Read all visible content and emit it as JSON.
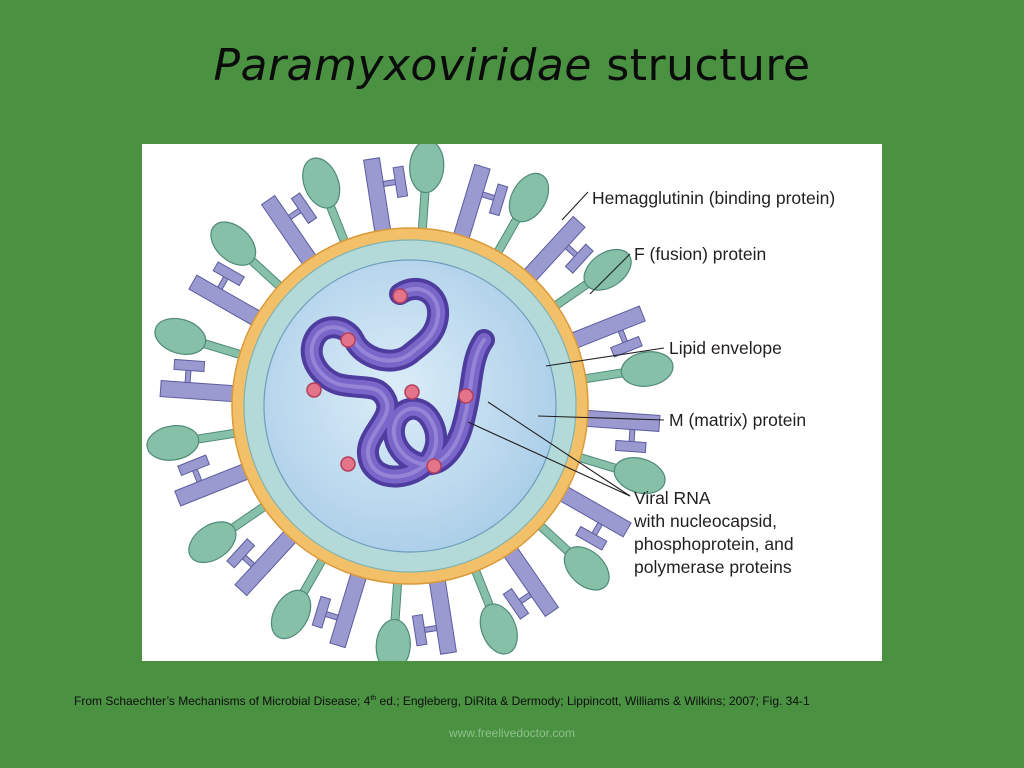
{
  "title": {
    "italic": "Paramyxoviridae",
    "rest": " structure"
  },
  "figure": {
    "labels": {
      "hemagglutinin": "Hemagglutinin (binding protein)",
      "f_protein": "F (fusion) protein",
      "lipid": "Lipid envelope",
      "matrix": "M (matrix) protein",
      "rna_line1": "Viral RNA",
      "rna_line2": "with nucleocapsid,",
      "rna_line3": "phosphoprotein, and",
      "rna_line4": "polymerase proteins"
    },
    "colors": {
      "background": "#4a9142",
      "hemagglutinin": "#86c0a8",
      "f_protein": "#9a9ad0",
      "lipid": "#f3c06a",
      "matrix": "#b3d9d8",
      "core": "#c8e2f3",
      "rna": "#6a55b8",
      "dots": "#e4748a"
    }
  },
  "citation": {
    "prefix": "From Schaechter’s Mechanisms of Microbial Disease; 4",
    "sup": "th",
    "suffix": " ed.; Engleberg, DiRita & Dermody; Lippincott, Williams & Wilkins; 2007; Fig.  34-1"
  },
  "watermark": "www.freelivedoctor.com"
}
